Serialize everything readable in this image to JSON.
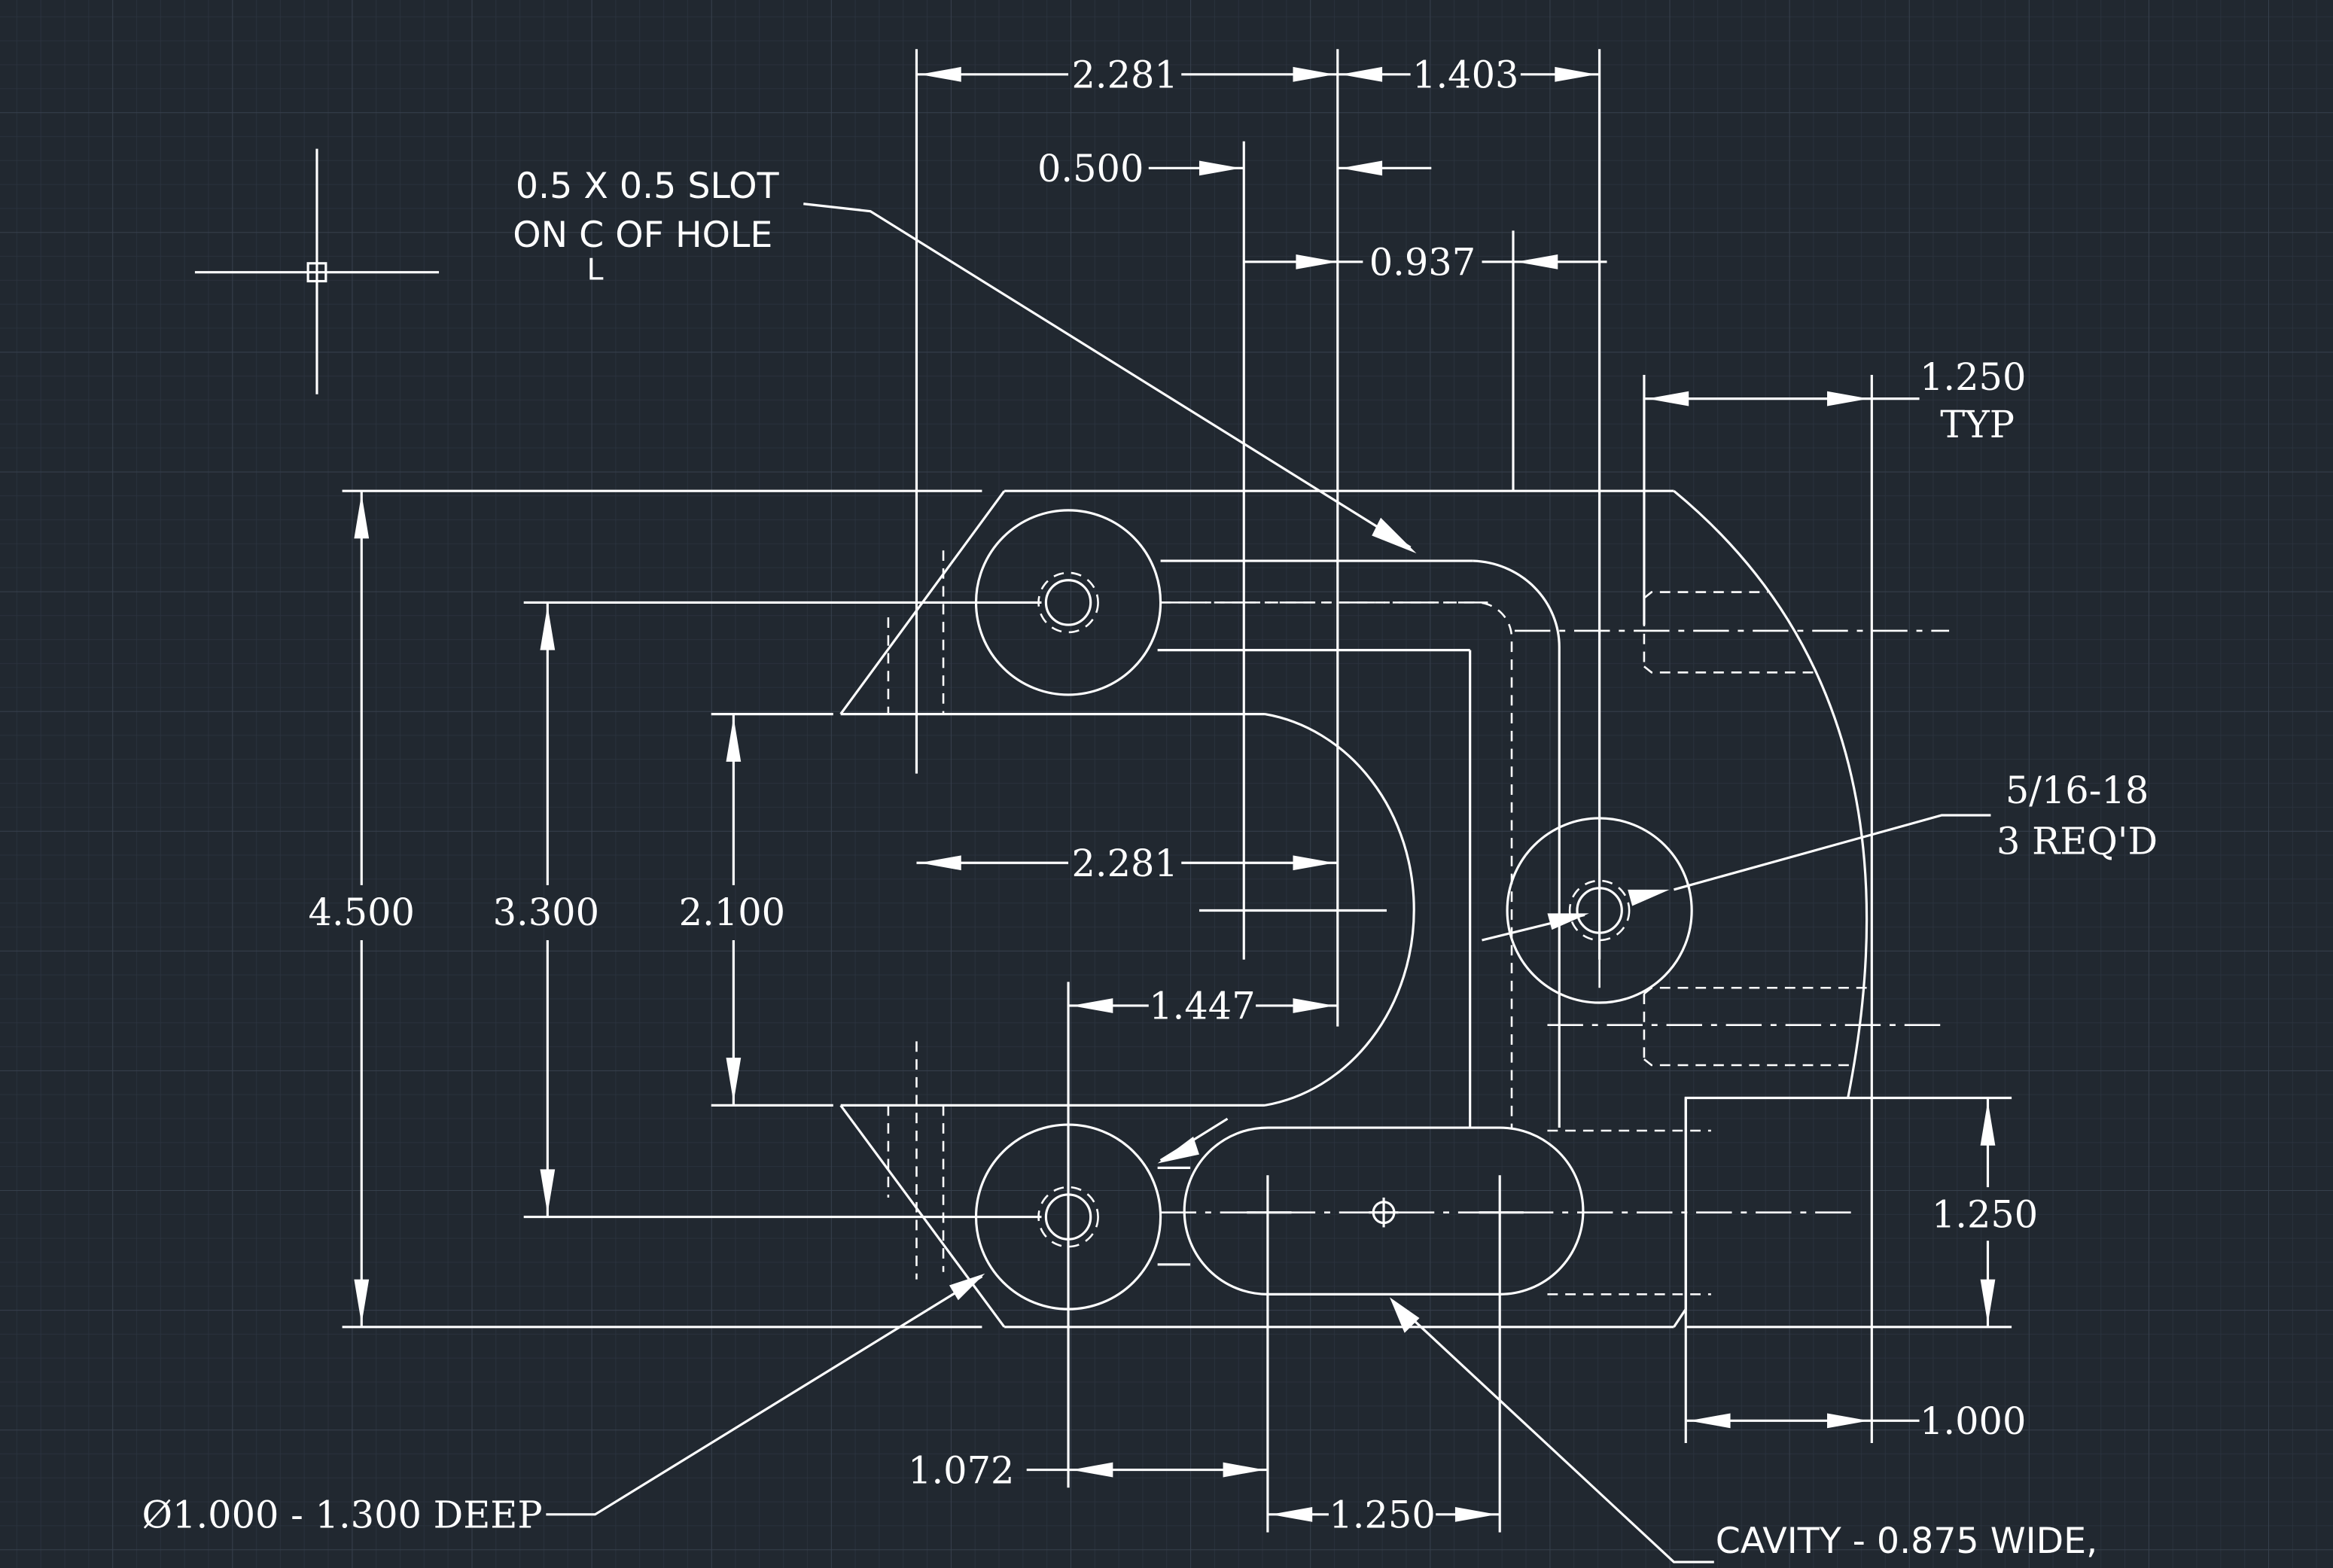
{
  "drawing": {
    "background": "#212830",
    "line_color": "#ffffff",
    "grid_minor": "#2c3440",
    "grid_major": "#37404d"
  },
  "dimensions": {
    "top_width": "2.281",
    "top_right": "1.403",
    "slot_offset": "0.500",
    "right_offset": "0.937",
    "mid_width": "2.281",
    "inner_width": "1.447",
    "overall_height": "4.500",
    "hole_spacing": "3.300",
    "opening_height": "2.100",
    "bottom_left": "1.072",
    "bottom_slot": "1.250",
    "right_height": "1.250",
    "right_width": "1.000",
    "typ_width": "1.250"
  },
  "notes": {
    "slot_line1": "0.5 X 0.5 SLOT",
    "slot_line2": "ON C OF HOLE",
    "slot_centerline_mark": "L",
    "thread_line1": "5/16-18",
    "thread_line2": "3 REQ'D",
    "typ_label": "TYP",
    "hole_note": "Ø1.000 - 1.300 DEEP",
    "cavity_note": "CAVITY - 0.875 WIDE,"
  },
  "icons": {
    "cursor": "crosshair-cursor-icon"
  }
}
